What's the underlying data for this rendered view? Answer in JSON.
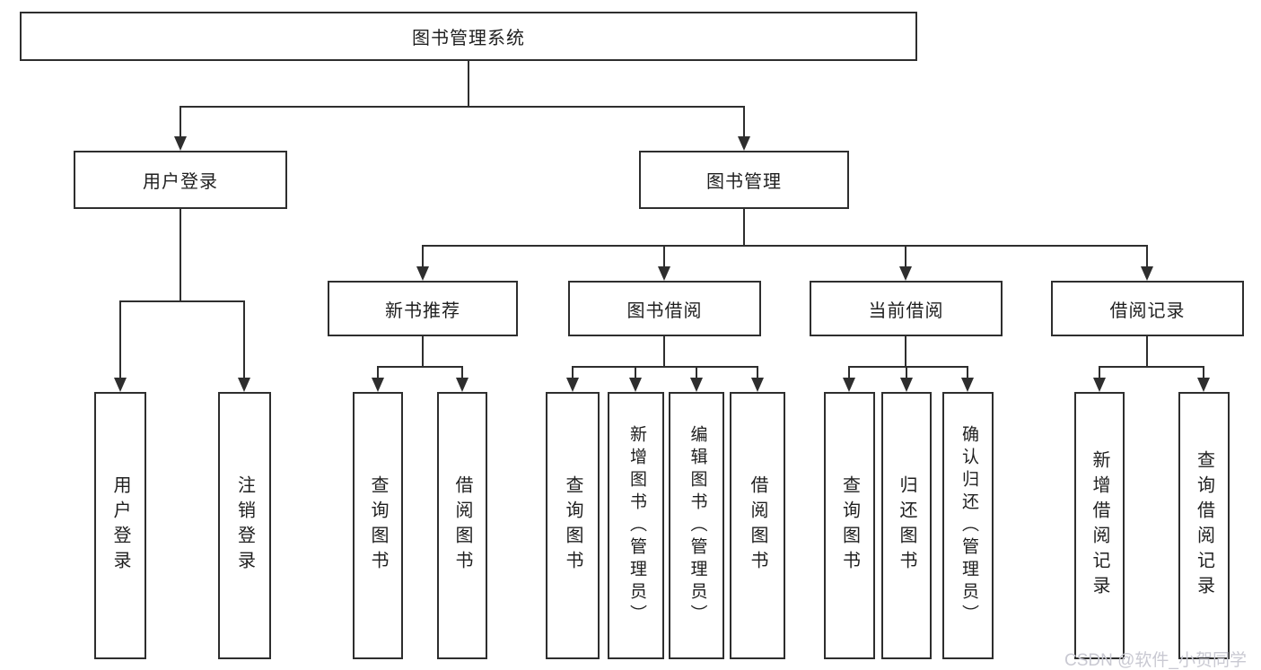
{
  "tree": {
    "root": {
      "label": "图书管理系统"
    },
    "user_login": {
      "label": "用户登录",
      "children": [
        {
          "label": "用户登录"
        },
        {
          "label": "注销登录"
        }
      ]
    },
    "book_mgmt": {
      "label": "图书管理",
      "children": [
        {
          "label": "新书推荐",
          "children": [
            {
              "label": "查询图书"
            },
            {
              "label": "借阅图书"
            }
          ]
        },
        {
          "label": "图书借阅",
          "children": [
            {
              "label": "查询图书"
            },
            {
              "label": "新增图书（管理员）"
            },
            {
              "label": "编辑图书（管理员）"
            },
            {
              "label": "借阅图书"
            }
          ]
        },
        {
          "label": "当前借阅",
          "children": [
            {
              "label": "查询图书"
            },
            {
              "label": "归还图书"
            },
            {
              "label": "确认归还（管理员）"
            }
          ]
        },
        {
          "label": "借阅记录",
          "children": [
            {
              "label": "新增借阅记录"
            },
            {
              "label": "查询借阅记录"
            }
          ]
        }
      ]
    }
  },
  "watermark": "CSDN @软件_小贺同学",
  "colors": {
    "line": "#2e2e2e",
    "box_border": "#2e2e2e",
    "text": "#1f1f1f",
    "background": "#ffffff",
    "watermark": "#c9c9d2"
  }
}
